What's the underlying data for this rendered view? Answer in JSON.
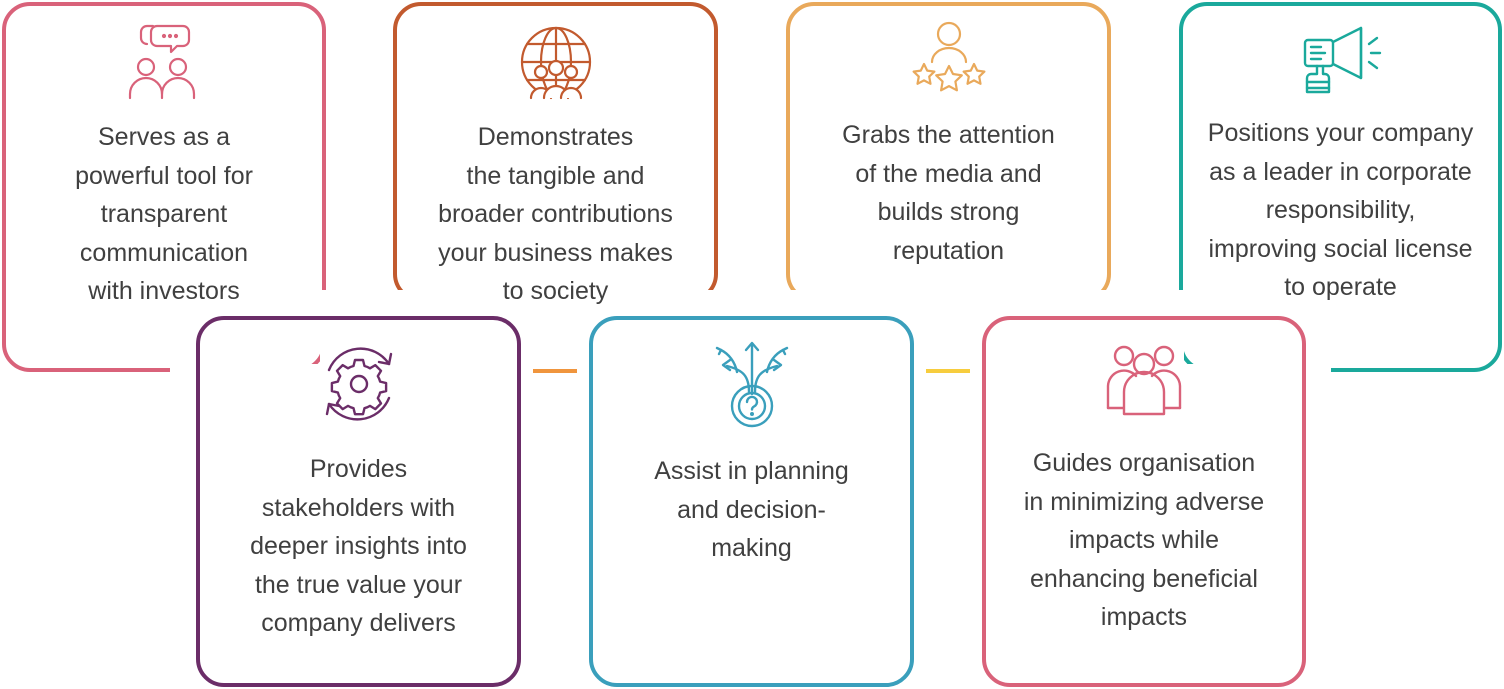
{
  "colors": {
    "pink": "#d9627a",
    "rust": "#c25a2e",
    "amber": "#e9a95b",
    "teal": "#1aa99c",
    "purple": "#6b2d68",
    "blue": "#3a9fbc",
    "rose": "#d9627a",
    "connector_orange": "#f0953d",
    "connector_yellow": "#f7cd3e",
    "text": "#404040"
  },
  "cards": [
    {
      "id": "investors",
      "icon": "chat-people-icon",
      "color": "pink",
      "text": "Serves as a\npowerful tool for\ntransparent\ncommunication\nwith investors"
    },
    {
      "id": "society",
      "icon": "globe-people-icon",
      "color": "rust",
      "text": "Demonstrates\nthe tangible and\nbroader contributions\nyour business makes\nto society"
    },
    {
      "id": "media",
      "icon": "person-stars-icon",
      "color": "amber",
      "text": "Grabs the attention\nof the media and\nbuilds strong\nreputation"
    },
    {
      "id": "leader",
      "icon": "megaphone-icon",
      "color": "teal",
      "text": "Positions your company\nas a leader in corporate\nresponsibility,\nimproving social license\nto operate"
    },
    {
      "id": "stakeholders",
      "icon": "gear-cycle-icon",
      "color": "purple",
      "text": "Provides\nstakeholders with\ndeeper insights into\nthe true value your\ncompany delivers"
    },
    {
      "id": "planning",
      "icon": "decision-arrows-icon",
      "color": "blue",
      "text": "Assist in planning\nand decision-\nmaking"
    },
    {
      "id": "impacts",
      "icon": "group-people-icon",
      "color": "rose",
      "text": "Guides organisation\nin minimizing adverse\nimpacts while\nenhancing beneficial\nimpacts"
    }
  ]
}
